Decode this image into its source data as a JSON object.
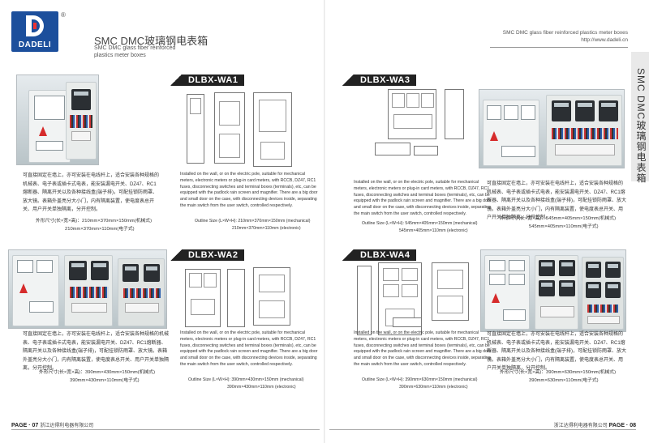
{
  "header": {
    "brand": "DADELI",
    "reg": "®",
    "title_cn": "SMC DMC玻璃钢电表箱",
    "title_en": "SMC DMC glass fiber reinforced plastics meter boxes",
    "top_right_title": "SMC DMC glass fiber reinforced plastics meter boxes",
    "top_right_url": "http://www.dadeli.cn",
    "side_title": "SMC DMC玻璃钢电表箱"
  },
  "products": [
    {
      "model": "DLBX-WA1",
      "cn": "可直接固定在墙上，亦可安装在电线杆上，适合安装各种规格的机械表、电子表或插卡式电表，能安装漏电开关、DZ47、RC1熔断器、隔离开关以及各种接线盒(端子排)，可配挂锁防雨罩、放大镜。表箱外盖亮分大小门，内有隔离装置，使电度表总开关、用户开关单独隔离，分开控制。",
      "cn_size_label": "外形尺寸(长×宽×高)：210mm×370mm×150mm(机械式)",
      "cn_size_2": "210mm×370mm×110mm(电子式)",
      "en": "Installed on the wall, or on the electric pole, suitable for mechanical meters, electronic meters or plug-in card meters, with RCCB, DZ47, RC1 fuses, disconnecting switches and terminal boxes (terminals), etc, can be equipped with the padlock rain screen and magnifier. There are a big door and small door on the case, with disconnecting devices inside, separating the main switch from the user switch, controlled respectively.",
      "en_size_1": "Outline Size (L×W×H): 210mm×370mm×150mm (mechanical)",
      "en_size_2": "210mm×370mm×110mm (electronic)"
    },
    {
      "model": "DLBX-WA3",
      "cn": "可直接固定在墙上，亦可安装在电线杆上，适合安装各种规格的机械表、电子表或插卡式电表，能安装漏电开关、DZ47、RC1熔断器、隔离开关以及各种接线盒(端子排)，可配挂锁防雨罩、放大镜。表箱外盖亮分大小门，内有隔离装置，使电度表总开关、用户开关单独隔离，分开控制。",
      "cn_size_label": "外形尺寸(长×宽×高)：545mm×405mm×150mm(机械式)",
      "cn_size_2": "545mm×405mm×110mm(电子式)",
      "en": "Installed on the wall, or on the electric pole, suitable for mechanical meters, electronic meters or plug-in card meters, with RCCB, DZ47, RC1 fuses, disconnecting switches and terminal boxes (terminals), etc, can be equipped with the padlock rain screen and magnifier. There are a big door and small door on the case, with disconnecting devices inside, separating the main switch from the user switch, controlled respectively.",
      "en_size_1": "Outline Size (L×W×H): 545mm×405mm×150mm (mechanical)",
      "en_size_2": "545mm×405mm×110mm (electronic)"
    },
    {
      "model": "DLBX-WA2",
      "cn": "可直接固定在墙上，亦可安装在电线杆上，适合安装各种规格的机械表、电子表或插卡式电表，能安装漏电开关、DZ47、RC1熔断器、隔离开关以及各种接线盒(端子排)，可配挂锁防雨罩、放大镜。表箱外盖亮分大小门，内有隔离装置，使电度表总开关、用户开关单独隔离，分开控制。",
      "cn_size_label": "外形尺寸(长×宽×高)：390mm×430mm×150mm(机械式)",
      "cn_size_2": "390mm×430mm×110mm(电子式)",
      "en": "Installed on the wall, or on the electric pole, suitable for mechanical meters, electronic meters or plug-in card meters, with RCCB, DZ47, RC1 fuses, disconnecting switches and terminal boxes (terminals), etc, can be equipped with the padlock rain screen and magnifier. There are a big door and small door on the case, with disconnecting devices inside, separating the main switch from the user switch, controlled respectively.",
      "en_size_1": "Outline Size (L×W×H): 390mm×430mm×150mm (mechanical)",
      "en_size_2": "390mm×430mm×110mm (electronic)"
    },
    {
      "model": "DLBX-WA4",
      "cn": "可直接固定在墙上，亦可安装在电线杆上，适合安装各种规格的机械表、电子表或插卡式电表，能安装漏电开关、DZ47、RC1熔断器、隔离开关以及各种接线盒(端子排)，可配挂锁防雨罩、放大镜。表箱外盖亮分大小门，内有隔离装置，使电度表总开关、用户开关单独隔离，分开控制。",
      "cn_size_label": "外形尺寸(长×宽×高)：390mm×630mm×150mm(机械式)",
      "cn_size_2": "390mm×630mm×110mm(电子式)",
      "en": "Installed on the wall, or on the electric pole, suitable for mechanical meters, electronic meters or plug-in card meters, with RCCB, DZ47, RC1 fuses, disconnecting switches and terminal boxes (terminals), etc, can be equipped with the padlock rain screen and magnifier. There are a big door and small door on the case, with disconnecting devices inside, separating the main switch from the user switch, controlled respectively.",
      "en_size_1": "Outline Size (L×W×H): 390mm×630mm×150mm (mechanical)",
      "en_size_2": "390mm×630mm×110mm (electronic)"
    }
  ],
  "footer": {
    "left_page": "PAGE · 07",
    "left_company": "浙江达得利电器有限公司",
    "right_company": "浙江达得利电器有限公司",
    "right_page": "PAGE · 08"
  },
  "colors": {
    "brand_blue": "#1c4f9c",
    "badge_black": "#222222",
    "bolt_red": "#d62b2b"
  }
}
